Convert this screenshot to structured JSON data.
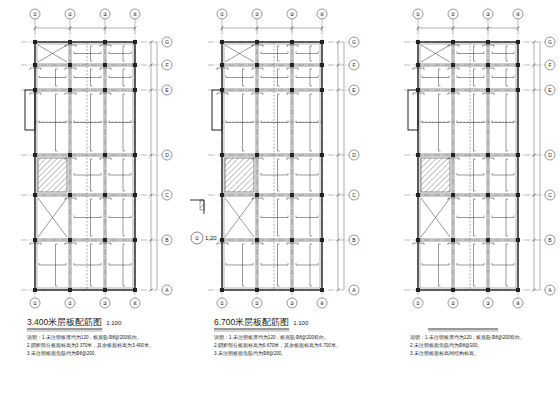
{
  "diagram": {
    "labels": [
      "①",
      "②",
      "③",
      "④",
      "①",
      "②",
      "③",
      "④",
      "G",
      "F",
      "E",
      "D",
      "C",
      "B",
      "A",
      "3.400米层板配筋图",
      "1:100",
      "说明：1.未注明板厚均为120，板底筋Φ8@200双向。",
      "2.阴影部分板面标高为3.370米，其余板面标高为3.400米。",
      "3.未注明板面负筋均为Φ8@200。",
      "①",
      "②",
      "③",
      "④",
      "①",
      "②",
      "③",
      "④",
      "G",
      "F",
      "E",
      "D",
      "C",
      "B",
      "A",
      "6.700米层板配筋图",
      "1:100",
      "说明：1.未注明板厚均为120，板底筋Φ8@200双向。",
      "2.阴影部分板面标高为6.670米，其余板面标高为6.700米。",
      "3.未注明板面负筋均为Φ8@200。",
      "①",
      "②",
      "③",
      "④",
      "①",
      "②",
      "③",
      "④",
      "G",
      "F",
      "E",
      "D",
      "C",
      "B",
      "A",
      "说明：1.未注明板厚均为120，板底筋Φ8@200双向。",
      "2.未注明板面负筋均为Φ8@200。",
      "3.未注明板面标高同结构标高。",
      "①",
      "1:20"
    ]
  }
}
